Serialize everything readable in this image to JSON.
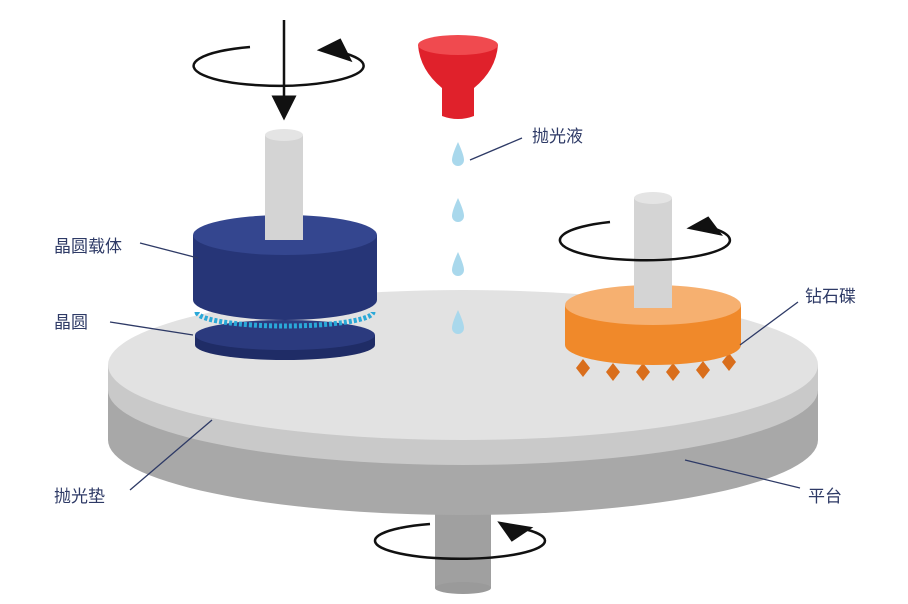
{
  "labels": {
    "slurry": "抛光液",
    "wafer_carrier": "晶圆载体",
    "wafer": "晶圆",
    "diamond_disk": "钻石碟",
    "polishing_pad": "抛光垫",
    "platen": "平台"
  },
  "colors": {
    "carrier": "#2b3a7e",
    "wafer": "#2aa8d8",
    "nozzle": "#e0212b",
    "diamond_disk": "#f0892a",
    "pad": "#e2e2e2",
    "platen": "#a9a9a9",
    "slurry_drop": "#a9d8ec"
  }
}
